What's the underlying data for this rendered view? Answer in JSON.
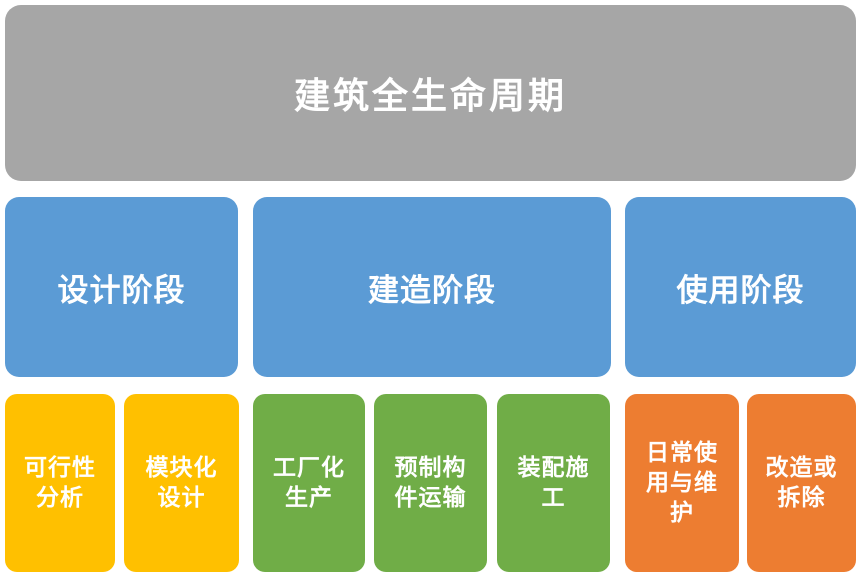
{
  "palette": {
    "background": "#FFFFFF",
    "root_box": "#A6A6A6",
    "phase_box": "#5B9BD5",
    "design_sub_box": "#FFC000",
    "construction_sub_box": "#70AD47",
    "use_sub_box": "#ED7D31",
    "text": "#FFFFFF"
  },
  "diagram": {
    "title": "建筑全生命周期",
    "phases": [
      {
        "label": "设计阶段",
        "children": [
          {
            "label": "可行性分析",
            "display": "可行性\n分析"
          },
          {
            "label": "模块化设计",
            "display": "模块化\n设计"
          }
        ]
      },
      {
        "label": "建造阶段",
        "children": [
          {
            "label": "工厂化生产",
            "display": "工厂化\n生产"
          },
          {
            "label": "预制构件运输",
            "display": "预制构\n件运输"
          },
          {
            "label": "装配施工",
            "display": "装配施\n工"
          }
        ]
      },
      {
        "label": "使用阶段",
        "children": [
          {
            "label": "日常使用与维护",
            "display": "日常使\n用与维\n护"
          },
          {
            "label": "改造或拆除",
            "display": "改造或\n拆除"
          }
        ]
      }
    ]
  }
}
